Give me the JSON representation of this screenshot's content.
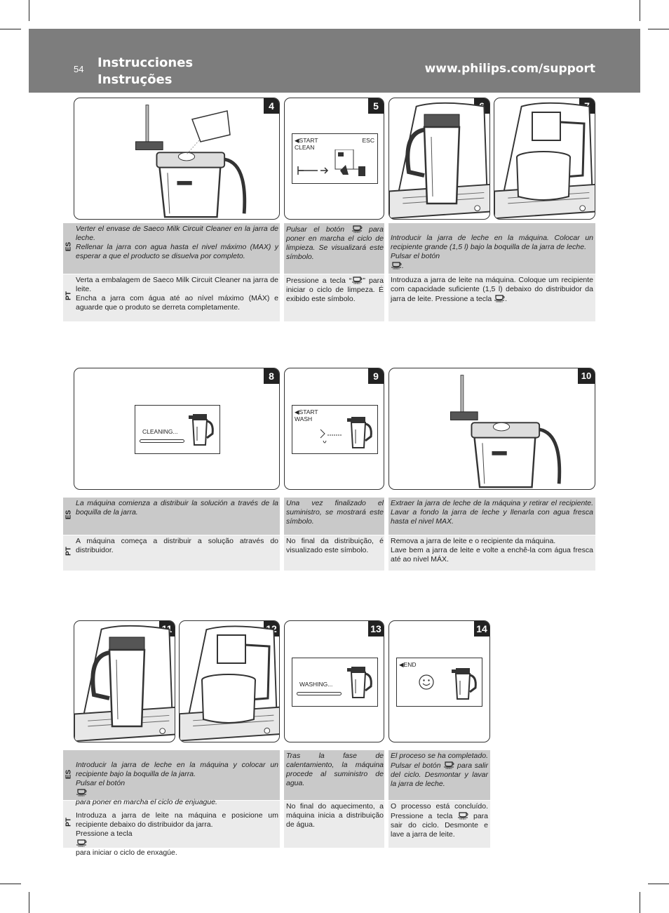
{
  "header": {
    "page_number": "54",
    "title_es": "Instrucciones",
    "title_pt": "Instruções",
    "url": "www.philips.com/support"
  },
  "steps": [
    "4",
    "5",
    "6",
    "7",
    "8",
    "9",
    "10",
    "11",
    "12",
    "13",
    "14"
  ],
  "screens": {
    "s5": {
      "top_left": "◀START\nCLEAN",
      "top_right": "ESC"
    },
    "s8": {
      "text": "CLEANING..."
    },
    "s9": {
      "text": "◀START\nWASH"
    },
    "s13": {
      "text": "WASHING..."
    },
    "s14": {
      "text": "◀END"
    }
  },
  "icons": {
    "memo_button": "milk-memo-button-icon",
    "smiley": "smiley-icon",
    "carafe": "milk-carafe-icon"
  },
  "langs": {
    "es": "ES",
    "pt": "PT"
  },
  "text": {
    "r1_es_a": "Verter el envase de Saeco Milk Circuit Cleaner en la jarra de leche.\nRellenar la jarra con agua hasta el nivel máximo (MAX) y esperar a que el producto se disuelva por completo.",
    "r1_pt_a": "Verta a embalagem de Saeco Milk Circuit Cleaner na jarra de leite.\nEncha a jarra com água até ao nível máximo (MÁX) e aguarde que o produto se derreta completamente.",
    "r1_es_b1": "Pulsar el botón",
    "r1_es_b2": "para poner en marcha el ciclo de limpieza. Se visualizará este símbolo.",
    "r1_pt_b1": "Pressione a tecla “",
    "r1_pt_b2": "” para iniciar o ciclo de limpeza. É exibido este símbolo.",
    "r1_es_c1": "Introducir la jarra de leche en la máquina. Colocar un recipiente grande (1,5 l) bajo la boquilla de la jarra de leche.\nPulsar el botón",
    "r1_es_c2": ".",
    "r1_pt_c1": "Introduza a jarra de leite na máquina. Coloque um recipiente com capacidade suficiente (1,5 l) debaixo do distribuidor da jarra de leite. Pressione a tecla",
    "r1_pt_c2": ".",
    "r2_es_a": "La máquina comienza a distribuir la solución a través de la boquilla de la jarra.",
    "r2_pt_a": "A máquina começa a distribuir a solução através do distribuidor.",
    "r2_es_b": "Una vez finalizado el suministro, se mostrará este símbolo.",
    "r2_pt_b": "No final da distribuição, é visualizado este símbolo.",
    "r2_es_c": "Extraer la jarra de leche de la máquina y retirar el recipiente. Lavar a fondo la jarra de leche y llenarla con agua fresca hasta el nivel MAX.",
    "r2_pt_c": "Remova a jarra de leite e o recipiente da máquina.\nLave bem a jarra de leite e volte a enchê-la com água fresca até ao nível MÁX.",
    "r3_es_a1": "Introducir la jarra de leche en la máquina y colocar un recipiente bajo la boquilla de la jarra.\nPulsar el botón",
    "r3_es_a2": "para poner en marcha el ciclo de enjuague.",
    "r3_pt_a1": "Introduza a jarra de leite na máquina e posicione um recipiente debaixo do distribuidor da jarra.\nPressione a tecla",
    "r3_pt_a2": "para iniciar o ciclo de enxagúe.",
    "r3_es_b": "Tras la fase de calentamiento, la máquina procede al suministro de agua.",
    "r3_pt_b": "No final do aquecimento, a máquina inicia a distribuição de água.",
    "r3_es_c1": "El proceso se ha completado. Pulsar el botón",
    "r3_es_c2": "para salir del ciclo. Desmontar y lavar la jarra de leche.",
    "r3_pt_c1": "O processo está concluído. Pressione a tecla",
    "r3_pt_c2": "para sair do ciclo. Desmonte e lave a jarra de leite."
  }
}
